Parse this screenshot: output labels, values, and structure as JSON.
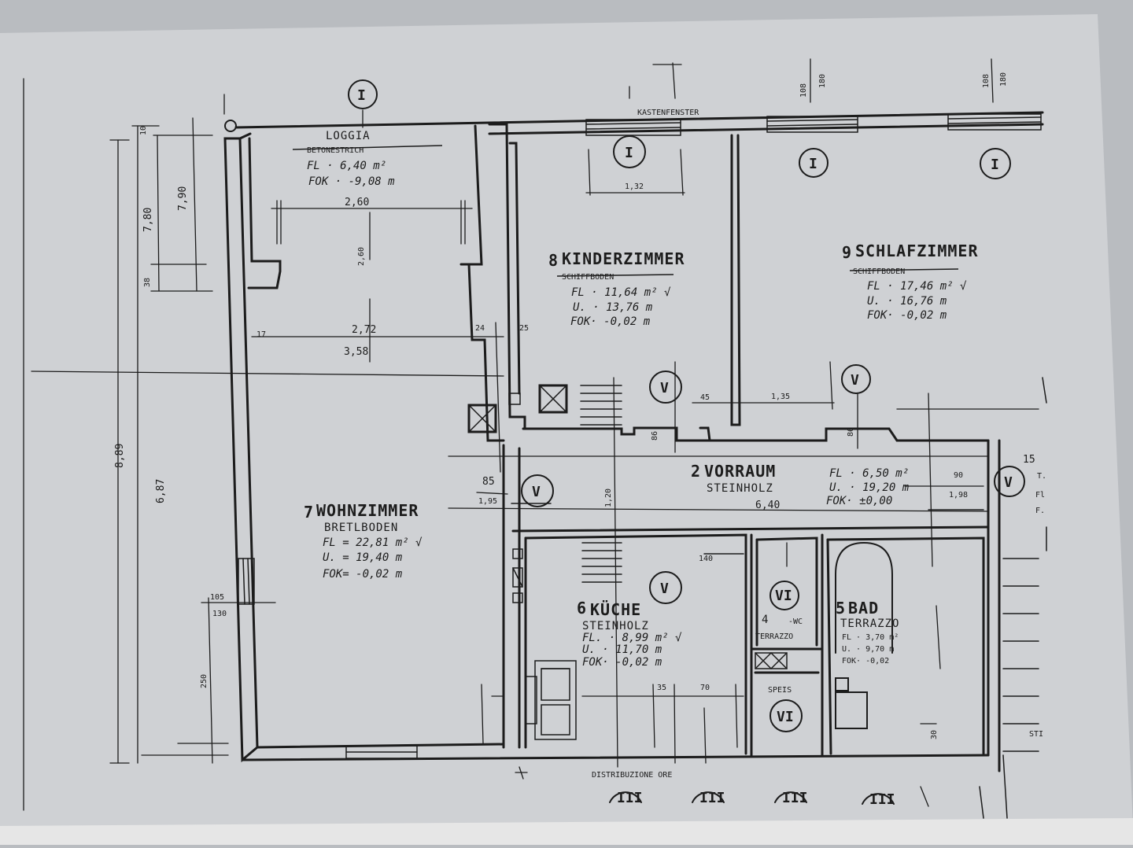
{
  "drawing": {
    "colors": {
      "background": "#b9bcc0",
      "paper": "#cfd1d4",
      "ink": "#1c1c1c"
    },
    "top_note": "KASTENFENSTER",
    "bottom_note": "DISTRIBUZIONE ORE",
    "right_notes": [
      "15",
      "T.",
      "Fl",
      "F.",
      "STI"
    ],
    "rooms": {
      "loggia": {
        "name": "LOGGIA",
        "floor": "BETONESTRICH",
        "fl": "FL  ·  6,40 m²",
        "fok": "FOK  ·  -9,08 m"
      },
      "kinderzimmer": {
        "number": "8",
        "name": "KINDERZIMMER",
        "floor": "SCHIFFBODEN",
        "fl": "FL  ·  11,64 m² √",
        "u": "U.  ·  13,76 m",
        "fok": "FOK· -0,02 m"
      },
      "schlafzimmer": {
        "number": "9",
        "name": "SCHLAFZIMMER",
        "floor": "SCHIFFBODEN",
        "fl": "FL  ·  17,46 m² √",
        "u": "U.  ·  16,76 m",
        "fok": "FOK· -0,02 m"
      },
      "vorraum": {
        "number": "2",
        "name": "VORRAUM",
        "floor": "STEINHOLZ",
        "width": "6,40",
        "fl": "FL · 6,50 m²",
        "u": "U.  · 19,20 m",
        "fok": "FOK· ±0,00"
      },
      "wohnzimmer": {
        "number": "7",
        "name": "WOHNZIMMER",
        "floor": "BRETLBODEN",
        "fl": "FL  =  22,81 m² √",
        "u": "U.  = 19,40 m",
        "fok": "FOK= -0,02 m"
      },
      "kueche": {
        "number": "6",
        "name": "KÜCHE",
        "floor": "STEINHOLZ",
        "fl": "FL.  ·  8,99 m² √",
        "u": "U.  ·  11,70 m",
        "fok": "FOK· -0,02 m"
      },
      "wc": {
        "number": "4",
        "name": "-WC",
        "floor": "TERRAZZO"
      },
      "bad": {
        "number": "5",
        "name": "BAD",
        "floor": "TERRAZZO",
        "fl": "FL  · 3,70 m²",
        "u": "U.  · 9,70 m",
        "fok": "FOK· -0,02"
      },
      "speis": {
        "name": "SPEIS"
      }
    },
    "sections": {
      "I": "I",
      "V": "V",
      "VI": "VI",
      "III": "III"
    },
    "dims": {
      "d_10": "10",
      "d_780": "7,80",
      "d_790": "7,90",
      "d_38": "38",
      "d_889": "8,89",
      "d_687": "6,87",
      "d_260": "2,60",
      "d_260v": "2,60",
      "d_272": "2,72",
      "d_358": "3,58",
      "d_17": "17",
      "d_24": "24",
      "d_25": "25",
      "d_132": "1,32",
      "d_45": "45",
      "d_135": "1,35",
      "d_85": "85",
      "d_195": "1,95",
      "d_120": "1,20",
      "d_86": "86",
      "d_90": "90",
      "d_198": "1,98",
      "d_105": "105",
      "d_130": "130",
      "d_250": "250",
      "d_35": "35",
      "d_70": "70",
      "d_140": "140",
      "d_30": "30",
      "d_108": "108",
      "d_180": "180"
    }
  }
}
